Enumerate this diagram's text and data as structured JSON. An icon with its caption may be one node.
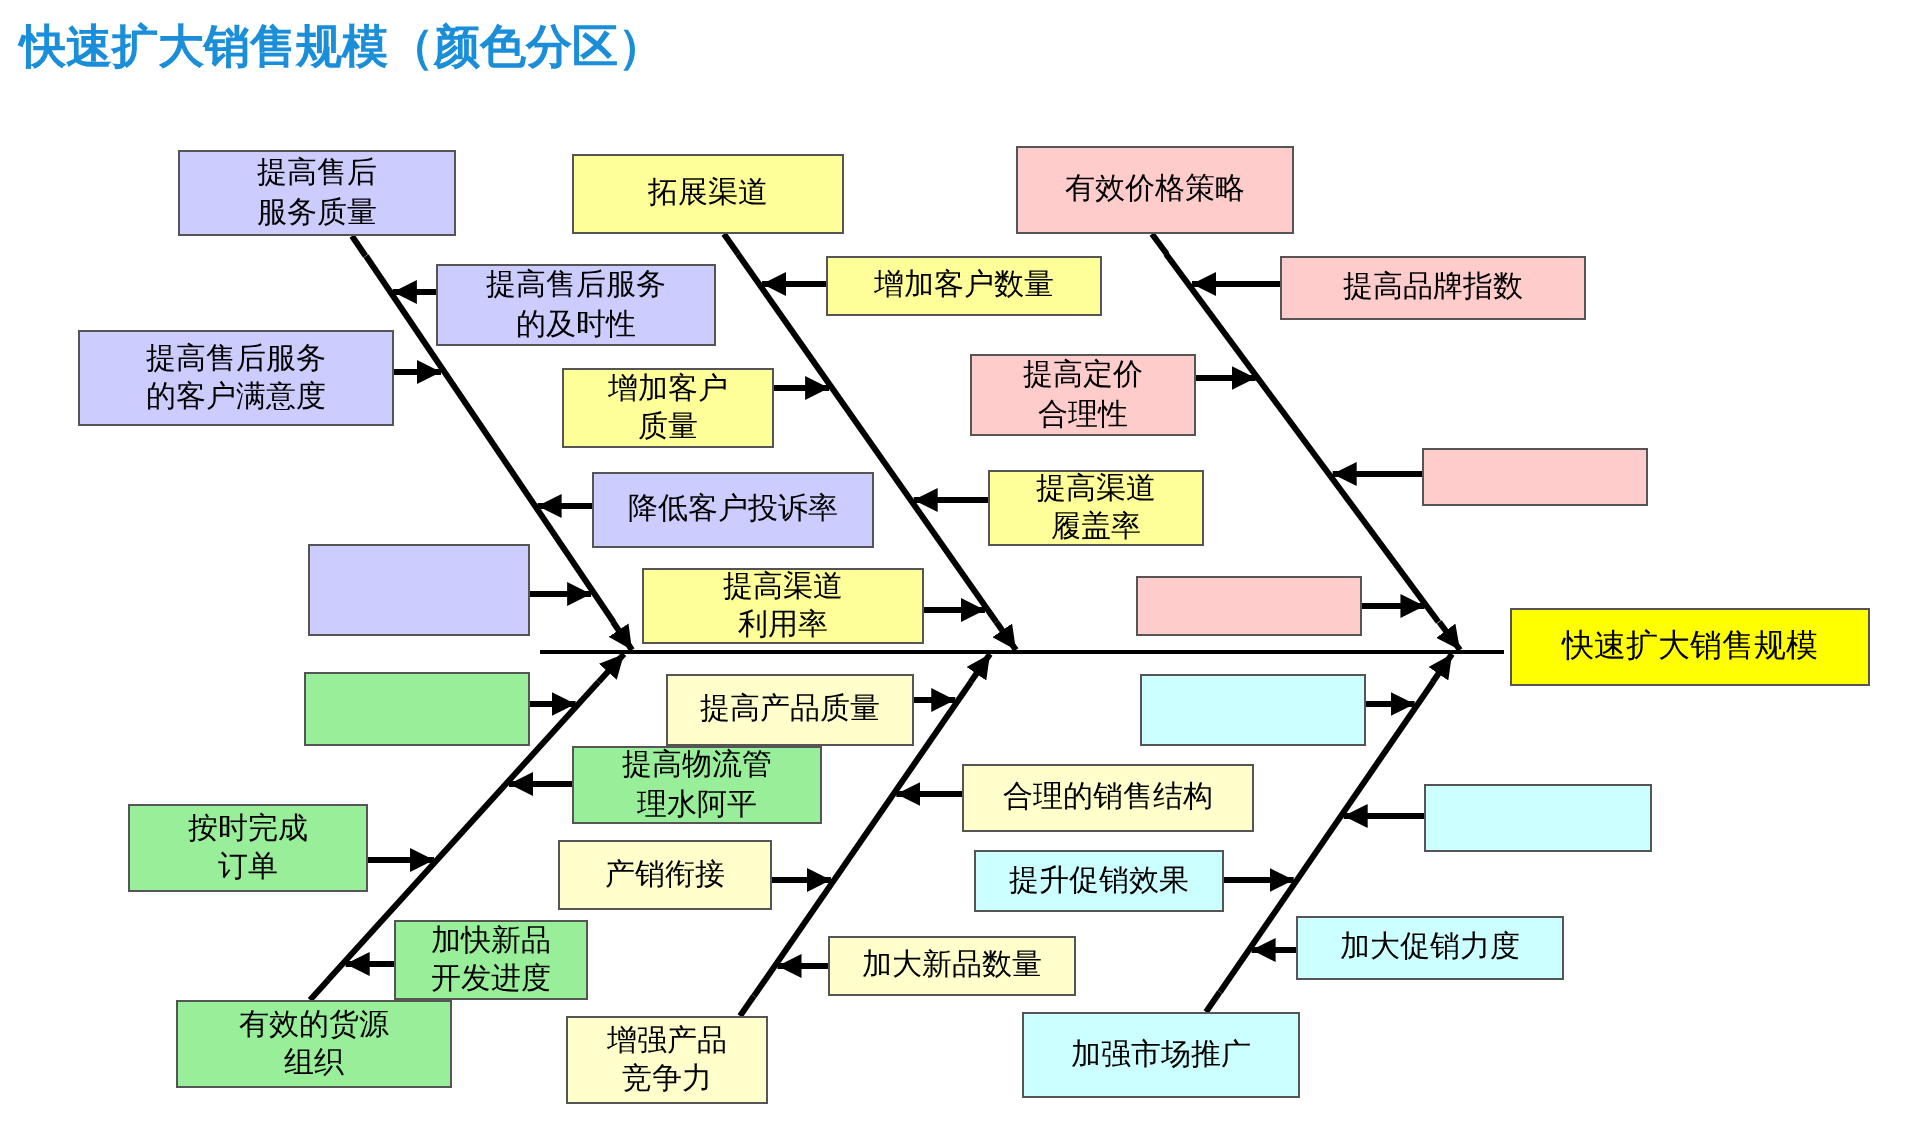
{
  "diagram": {
    "title": "快速扩大销售规模（颜色分区）",
    "nodes": [
      {
        "text": [
          "提高售后服务质量"
        ]
      },
      {
        "text": [
          "拓展渠道"
        ]
      },
      {
        "text": [
          "有效价格策略"
        ]
      },
      {
        "text": [
          "提高售后服务的及时性"
        ]
      },
      {
        "text": [
          "提高售后服务的客户满意度"
        ]
      },
      {
        "text": [],
        "shape": "box"
      },
      {
        "text": [
          "增加客户数量"
        ]
      },
      {
        "text": [
          "增加客户质量"
        ]
      },
      {
        "text": [
          "降低客户投诉率"
        ]
      },
      {
        "text": [
          "提高渠道利用率"
        ]
      },
      {
        "text": [
          "提高品牌指数"
        ]
      },
      {
        "text": [
          "提高定价合理性"
        ]
      },
      {
        "text": [
          "提高渠道履盖率"
        ]
      },
      {
        "text": [],
        "shape": "box"
      },
      {
        "text": [],
        "shape": "box"
      },
      {
        "text": [],
        "shape": "line"
      },
      {
        "text": [
          "快速扩大销售规模"
        ]
      },
      {
        "text": [],
        "shape": "box"
      },
      {
        "text": [
          "提高物流管理水阿平"
        ]
      },
      {
        "text": [
          "按时完成订单"
        ]
      },
      {
        "text": [
          "加快新品开发进度"
        ]
      },
      {
        "text": [
          "提高产品质量"
        ]
      },
      {
        "text": [
          "合理的销售结构"
        ]
      },
      {
        "text": [
          "产销衔接"
        ]
      },
      {
        "text": [
          "加大新品数量"
        ]
      },
      {
        "text": [],
        "shape": "box"
      },
      {
        "text": [
          "提升促销效果"
        ]
      },
      {
        "text": [],
        "shape": "box"
      },
      {
        "text": [
          "加大促销力度"
        ]
      },
      {
        "text": [
          "有效的货源组织"
        ]
      },
      {
        "text": [
          "增强产品竞争力"
        ]
      },
      {
        "text": [
          "加强市场推广"
        ]
      },
      {
        "text": [],
        "shape": "line"
      },
      {
        "text": [],
        "shape": "line"
      },
      {
        "text": [],
        "shape": "line"
      },
      {
        "text": [],
        "shape": "line"
      },
      {
        "text": [],
        "shape": "line"
      },
      {
        "text": [],
        "shape": "line"
      }
    ],
    "edges": [
      {
        "from": 0,
        "to": 32,
        "arrow": "none"
      },
      {
        "from": 32,
        "to": 15,
        "arrow": "to"
      },
      {
        "from": 1,
        "to": 33,
        "arrow": "none"
      },
      {
        "from": 33,
        "to": 15,
        "arrow": "to"
      },
      {
        "from": 2,
        "to": 34,
        "arrow": "none"
      },
      {
        "from": 34,
        "to": 15,
        "arrow": "to"
      },
      {
        "from": 29,
        "to": 35,
        "arrow": "none"
      },
      {
        "from": 35,
        "to": 15,
        "arrow": "to"
      },
      {
        "from": 30,
        "to": 36,
        "arrow": "none"
      },
      {
        "from": 36,
        "to": 15,
        "arrow": "to"
      },
      {
        "from": 31,
        "to": 37,
        "arrow": "none"
      },
      {
        "from": 37,
        "to": 15,
        "arrow": "to"
      },
      {
        "from": 3,
        "to": 32,
        "arrow": "to"
      },
      {
        "from": 4,
        "to": 32,
        "arrow": "to"
      },
      {
        "from": 5,
        "to": 32,
        "arrow": "to"
      },
      {
        "from": 6,
        "to": 33,
        "arrow": "to"
      },
      {
        "from": 7,
        "to": 33,
        "arrow": "to"
      },
      {
        "from": 8,
        "to": 32,
        "arrow": "to"
      },
      {
        "from": 9,
        "to": 33,
        "arrow": "to"
      },
      {
        "from": 10,
        "to": 34,
        "arrow": "to"
      },
      {
        "from": 11,
        "to": 34,
        "arrow": "to"
      },
      {
        "from": 12,
        "to": 33,
        "arrow": "to"
      },
      {
        "from": 13,
        "to": 34,
        "arrow": "to"
      },
      {
        "from": 14,
        "to": 34,
        "arrow": "to"
      },
      {
        "from": 17,
        "to": 35,
        "arrow": "to"
      },
      {
        "from": 18,
        "to": 35,
        "arrow": "to"
      },
      {
        "from": 19,
        "to": 35,
        "arrow": "to"
      },
      {
        "from": 20,
        "to": 35,
        "arrow": "to"
      },
      {
        "from": 21,
        "to": 36,
        "arrow": "to"
      },
      {
        "from": 22,
        "to": 36,
        "arrow": "to"
      },
      {
        "from": 23,
        "to": 36,
        "arrow": "to"
      },
      {
        "from": 24,
        "to": 36,
        "arrow": "to"
      },
      {
        "from": 25,
        "to": 37,
        "arrow": "to"
      },
      {
        "from": 26,
        "to": 37,
        "arrow": "to"
      },
      {
        "from": 27,
        "to": 37,
        "arrow": "to"
      },
      {
        "from": 28,
        "to": 37,
        "arrow": "to"
      }
    ]
  }
}
